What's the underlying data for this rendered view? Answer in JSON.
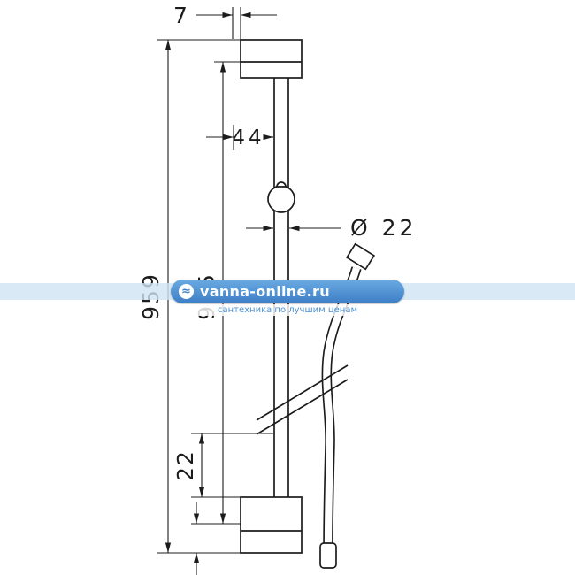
{
  "colors": {
    "line": "#1c1c1c",
    "watermark_blue": "#3d7ec6",
    "watermark_band": "#cfe3f4"
  },
  "dimensions": {
    "top_width": "7",
    "holder_offset": "44",
    "rail_diameter": "Ø 22",
    "overall_height": "959",
    "mounting_distance": "915",
    "bottom_offset": "22"
  },
  "watermark": {
    "site": "vanna-online.ru",
    "tagline": "сантехника по лучшим ценам",
    "logo_glyph": "≈"
  }
}
